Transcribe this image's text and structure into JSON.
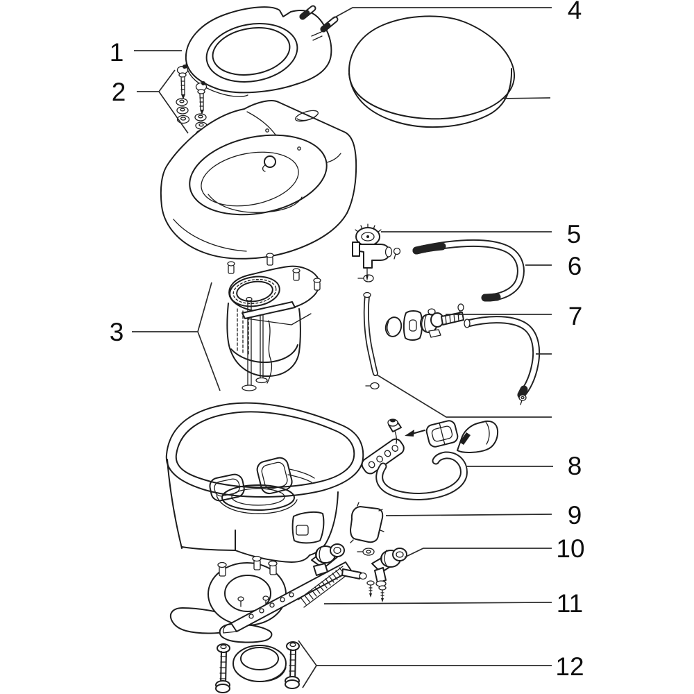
{
  "figure": {
    "kind": "exploded-parts-diagram",
    "subject": "toilet assembly line drawing"
  },
  "colors": {
    "background": "#ffffff",
    "line": "#1d1d1d",
    "label": "#0e0e0e"
  },
  "callouts": [
    {
      "label": "1"
    },
    {
      "label": "2"
    },
    {
      "label": "3"
    },
    {
      "label": "4"
    },
    {
      "label": "5"
    },
    {
      "label": "6"
    },
    {
      "label": "7"
    },
    {
      "label": "8"
    },
    {
      "label": "9"
    },
    {
      "label": "10"
    },
    {
      "label": "11"
    },
    {
      "label": "12"
    }
  ]
}
